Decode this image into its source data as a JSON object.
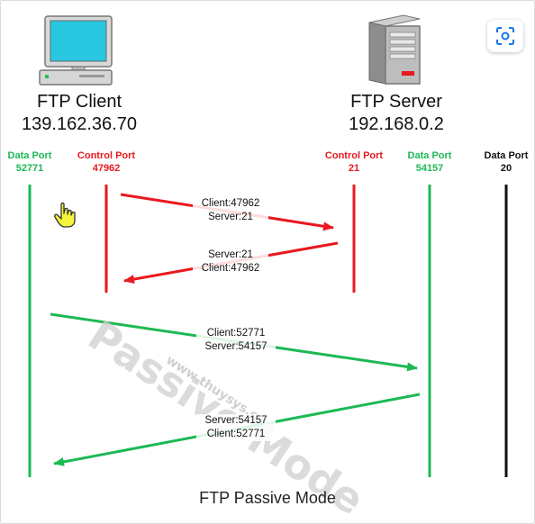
{
  "client": {
    "name": "FTP Client",
    "ip": "139.162.36.70"
  },
  "server": {
    "name": "FTP Server",
    "ip": "192.168.0.2"
  },
  "ports": {
    "client_data": {
      "label": "Data Port",
      "number": "52771"
    },
    "client_control": {
      "label": "Control Port",
      "number": "47962"
    },
    "server_control": {
      "label": "Control Port",
      "number": "21"
    },
    "server_data": {
      "label": "Data Port",
      "number": "54157"
    },
    "server_data_20": {
      "label": "Data Port",
      "number": "20"
    }
  },
  "messages": [
    {
      "line1": "Client:47962",
      "line2": "Server:21"
    },
    {
      "line1": "Server:21",
      "line2": "Client:47962"
    },
    {
      "line1": "Client:52771",
      "line2": "Server:54157"
    },
    {
      "line1": "Server:54157",
      "line2": "Client:52771"
    }
  ],
  "watermark": {
    "title": "Passive Mode",
    "site": "www.thuysys.com"
  },
  "caption": "FTP Passive Mode",
  "colors": {
    "data": "#1db954",
    "control": "#e8191f",
    "port20": "#111111"
  },
  "icons": [
    "computer-icon",
    "server-tower-icon",
    "hand-cursor-icon",
    "lens-search-icon"
  ]
}
